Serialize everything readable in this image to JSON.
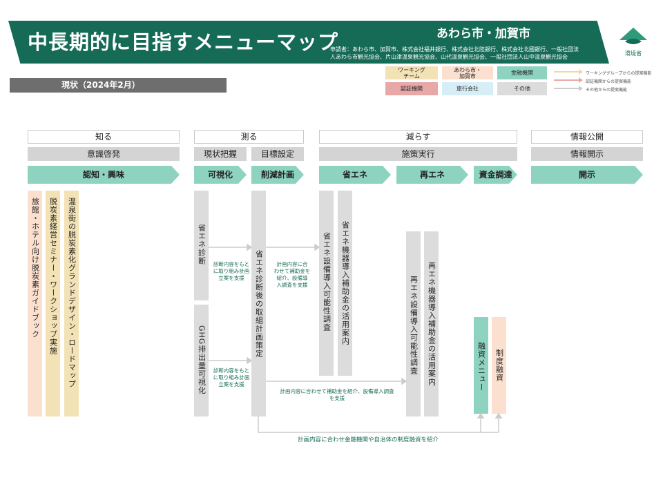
{
  "header": {
    "title": "中長期的に目指すメニューマップ",
    "city": "あわら市・加賀市",
    "applicants_line1": "申請者：あわら市、加賀市、株式会社福井銀行、株式会社北陸銀行、株式会社北國銀行、一般社団法",
    "applicants_line2": "人あわら市観光協会、片山津温泉観光協会、山代温泉観光協会、一般社団法人山中温泉観光協会",
    "ministry": "環境省"
  },
  "status": "現状（2024年2月）",
  "legend": {
    "boxes": [
      {
        "label": "ワーキング\nチーム",
        "color": "#f3e2b5"
      },
      {
        "label": "あわら市・\n加賀市",
        "color": "#fbe0cf"
      },
      {
        "label": "金融機関",
        "color": "#8dd3bf"
      },
      {
        "label": "認証機関",
        "color": "#e8a8a8"
      },
      {
        "label": "旅行会社",
        "color": "#d7eef7"
      },
      {
        "label": "その他",
        "color": "#dcdcdc"
      }
    ],
    "arrows": [
      {
        "label": "ワーキンググループからの提案機能",
        "color": "#f3d9a0"
      },
      {
        "label": "認証機関からの提案機能",
        "color": "#e8a8a8"
      },
      {
        "label": "その他からの提案機能",
        "color": "#cccccc"
      }
    ]
  },
  "columns": {
    "level1": [
      "知る",
      "測る",
      "減らす",
      "情報公開"
    ],
    "level2": [
      "意識啓発",
      "現状把握",
      "目標設定",
      "施策実行",
      "情報開示"
    ],
    "level3": [
      "認知・興味",
      "可視化",
      "削減計画",
      "省エネ",
      "再エネ",
      "資金調達",
      "開示"
    ]
  },
  "bars": {
    "guidebook": "旅館・ホテル向け脱炭素ガイドブック",
    "seminar": "脱炭素経営セミナー・ワークショップ実施",
    "grand_design": "温泉街の脱炭素化グランドデザイン・ロードマップ",
    "energy_audit": "省エネ診断",
    "ghg": "GHG排出量可視化",
    "plan": "省エネ診断後の取組計画策定",
    "ee_feasibility": "省エネ設備導入可能性調査",
    "ee_subsidy": "省エネ機器導入補助金の活用案内",
    "re_feasibility": "再エネ設備導入可能性調査",
    "re_subsidy": "再エネ機器導入補助金の活用案内",
    "finance_menu": "融資メニュー",
    "loan_system": "制度融資"
  },
  "notes": {
    "n1": "診断内容をもと\nに取り組み計画\n立案を支援",
    "n2": "診断内容をもと\nに取り組み計画\n立案を支援",
    "n3": "計画内容に合\nわせて補助金を\n紹介、設備導\n入調査を支援",
    "n4": "計画内容に合わせて補助金を紹介、設備導入調査\nを支援",
    "n5": "計画内容に合わせ金融機関や自治体の制度融資を紹介"
  }
}
